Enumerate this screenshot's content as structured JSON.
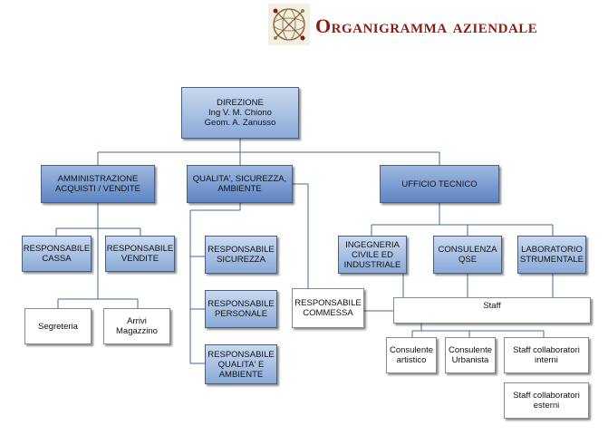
{
  "header": {
    "title": "Organigramma aziendale",
    "logo_icon": "network-globe-logo"
  },
  "nodes": {
    "direzione": "DIREZIONE\nIng V. M. Chiono\nGeom. A. Zanusso",
    "amministrazione": "AMMINISTRAZIONE\nACQUISTI / VENDITE",
    "qualita": "QUALITA', SICUREZZA,\nAMBIENTE",
    "ufficio_tecnico": "UFFICIO TECNICO",
    "resp_cassa": "RESPONSABILE\nCASSA",
    "resp_vendite": "RESPONSABILE\nVENDITE",
    "segreteria": "Segreteria",
    "arrivi": "Arrivi\nMagazzino",
    "resp_sicurezza": "RESPONSABILE\nSICUREZZA",
    "resp_personale": "RESPONSABILE\nPERSONALE",
    "resp_qualita": "RESPONSABILE\nQUALITA' E\nAMBIENTE",
    "resp_commessa": "RESPONSABILE\nCOMMESSA",
    "ingegneria": "INGEGNERIA\nCIVILE ED\nINDUSTRIALE",
    "consulenza": "CONSULENZA\nQSE",
    "laboratorio": "LABORATORIO\nSTRUMENTALE",
    "staff": "Staff",
    "consulente_artistico": "Consulente\nartistico",
    "consulente_urbanista": "Consulente\nUrbanista",
    "staff_interni": "Staff collaboratori\ninterni",
    "staff_esterni": "Staff collaboratori\nesterni"
  },
  "colors": {
    "title": "#8b1a10",
    "box_blue_light": "#c9d9f0",
    "box_blue_dark": "#5f85c4",
    "connector": "#4a6a90"
  }
}
